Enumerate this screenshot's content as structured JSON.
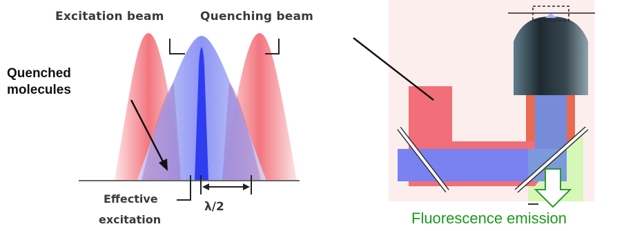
{
  "labels": {
    "excitation_beam": "Excitation beam",
    "quenching_beam": "Quenching beam",
    "quenched_line1": "Quenched",
    "quenched_line2": "molecules",
    "effective_line1": "Effective",
    "effective_line2": "excitation",
    "lambda_half": "λ/2",
    "fluorescence_emission": "Fluorescence emission"
  },
  "colors": {
    "quench_red": "#f26e78",
    "excite_blue": "#7a82f2",
    "core_blue": "#2e3df0",
    "emission_green": "#1a9a1a",
    "green_patch": "#d6f7b8",
    "objective_dark": "#263238"
  }
}
